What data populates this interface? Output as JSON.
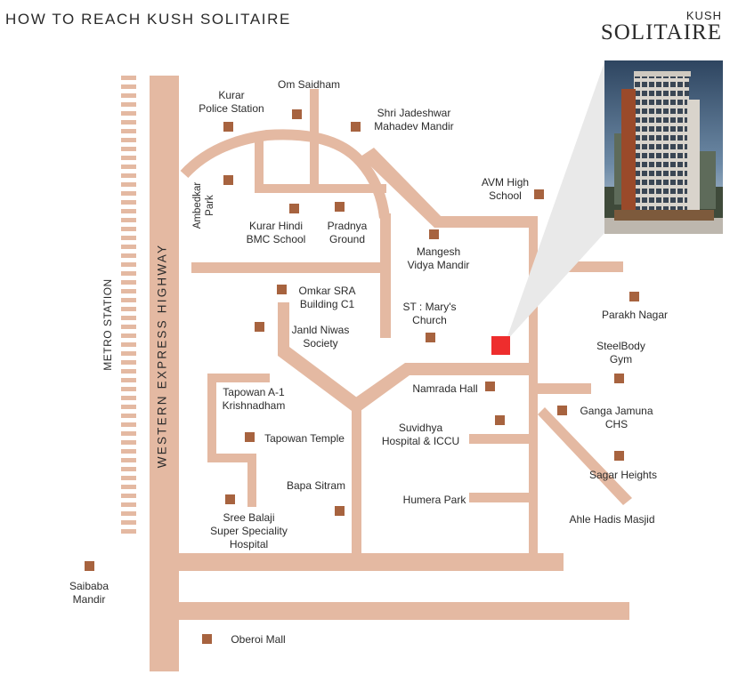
{
  "header": {
    "title": "HOW TO REACH KUSH SOLITAIRE",
    "logo_line1": "KUSH",
    "logo_line2": "SOLITAIRE"
  },
  "colors": {
    "road": "#e4b9a2",
    "rail_stripe": "#e4b9a2",
    "landmark": "#a7633f",
    "site": "#ee2d2d",
    "text": "#2b2b2b"
  },
  "map": {
    "roads": {
      "highway": "WESTERN EXPRESS HIGHWAY",
      "railway": "METRO STATION"
    },
    "landmarks": {
      "kurar_police_station": "Kurar\nPolice Station",
      "om_saidham": "Om Saidham",
      "shri_jadeshwar": "Shri Jadeshwar\nMahadev Mandir",
      "ambedkar_park": "Ambedkar\nPark",
      "kurar_hindi_bmc": "Kurar Hindi\nBMC School",
      "pradnya_ground": "Pradnya\nGround",
      "avm_high_school": "AVM High\nSchool",
      "mangesh_vidya_mandir": "Mangesh\nVidya Mandir",
      "omkar_sra": "Omkar SRA\nBuilding C1",
      "janld_niwas": "Janld Niwas\nSociety",
      "st_marys": "ST : Mary's\nChurch",
      "parakh_nagar": "Parakh Nagar",
      "steelbody_gym": "SteelBody\nGym",
      "namrada_hall": "Namrada Hall",
      "ganga_jamuna": "Ganga Jamuna\nCHS",
      "tapowan_a1": "Tapowan A-1\nKrishnadham",
      "tapowan_temple": "Tapowan Temple",
      "suvidhya_hospital": "Suvidhya\nHospital & ICCU",
      "sagar_heights": "Sagar Heights",
      "bapa_sitram": "Bapa Sitram",
      "sree_balaji": "Sree Balaji\nSuper Speciality\nHospital",
      "humera_park": "Humera Park",
      "ahle_hadis_masjid": "Ahle Hadis Masjid",
      "saibaba_mandir": "Saibaba\nMandir",
      "oberoi_mall": "Oberoi Mall"
    }
  }
}
